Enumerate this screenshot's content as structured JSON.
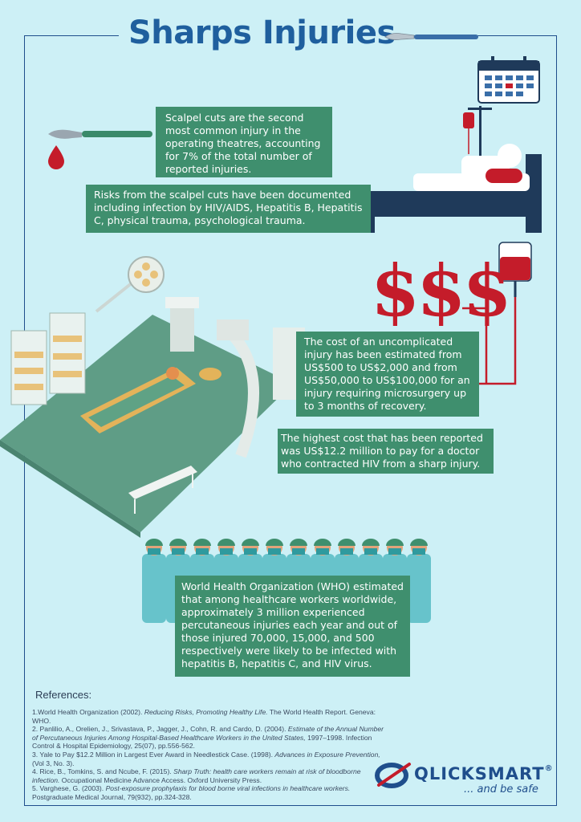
{
  "header": {
    "title": "Sharps Injuries"
  },
  "facts": {
    "scalpel_cuts": "Scalpel cuts are the second most common injury in the operating theatres, accounting for 7% of the total number of reported injuries.",
    "risks": "Risks from the scalpel cuts have been documented including infection by HIV/AIDS, Hepatitis B, Hepatitis C, physical trauma, psychological trauma.",
    "cost_uncomplicated": "The cost of an uncomplicated injury has been estimated from US$500 to US$2,000 and from US$50,000 to US$100,000 for an injury requiring microsurgery up to 3 months of recovery.",
    "highest_cost": "The highest cost that has been reported was US$12.2 million to pay for a doctor who contracted HIV from a sharp injury.",
    "who_estimate": "World Health Organization (WHO) estimated that among healthcare workers worldwide, approximately 3 million experienced percutaneous injuries each year and out of those injured 70,000, 15,000, and 500 respectively were likely to be infected with hepatitis B, hepatitis C, and HIV virus."
  },
  "dollar_signs": "$$$",
  "references": {
    "heading": "References:",
    "items": [
      {
        "pre": "1.World Health Organization (2002). ",
        "em": "Reducing Risks, Promoting Healthy Life.",
        "post": " The World Health Report. Geneva: WHO."
      },
      {
        "pre": "2. Panlilio, A., Orelien, J., Srivastava, P., Jagger, J., Cohn, R. and Cardo, D. (2004). ",
        "em": "Estimate of the Annual Number of Percutaneous Injuries Among Hospital-Based Healthcare Workers in the United States,",
        "post": " 1997–1998. Infection Control & Hospital Epidemiology, 25(07), pp.556-562."
      },
      {
        "pre": "3. Yale to Pay $12.2 Million in Largest Ever Award in Needlestick Case. (1998). ",
        "em": "Advances in Exposure Prevention,",
        "post": " (Vol 3, No. 3)."
      },
      {
        "pre": "4. Rice, B., Tomkins, S. and Ncube, F. (2015). ",
        "em": "Sharp Truth: health care workers remain at risk of bloodborne infection.",
        "post": " Occupational Medicine Advance Access. Oxford University Press."
      },
      {
        "pre": "5. Varghese, G. (2003). ",
        "em": "Post-exposure prophylaxis for blood borne viral infections in healthcare workers.",
        "post": " Postgraduate Medical Journal, 79(932), pp.324-328."
      }
    ]
  },
  "brand": {
    "name": "QLICKSMART",
    "registered": "®",
    "tagline": "... and be safe"
  },
  "colors": {
    "background": "#cdf0f6",
    "box": "#3f8f6e",
    "title": "#1f5f9e",
    "accent_red": "#c41c2a",
    "navy": "#1f4e8c"
  }
}
